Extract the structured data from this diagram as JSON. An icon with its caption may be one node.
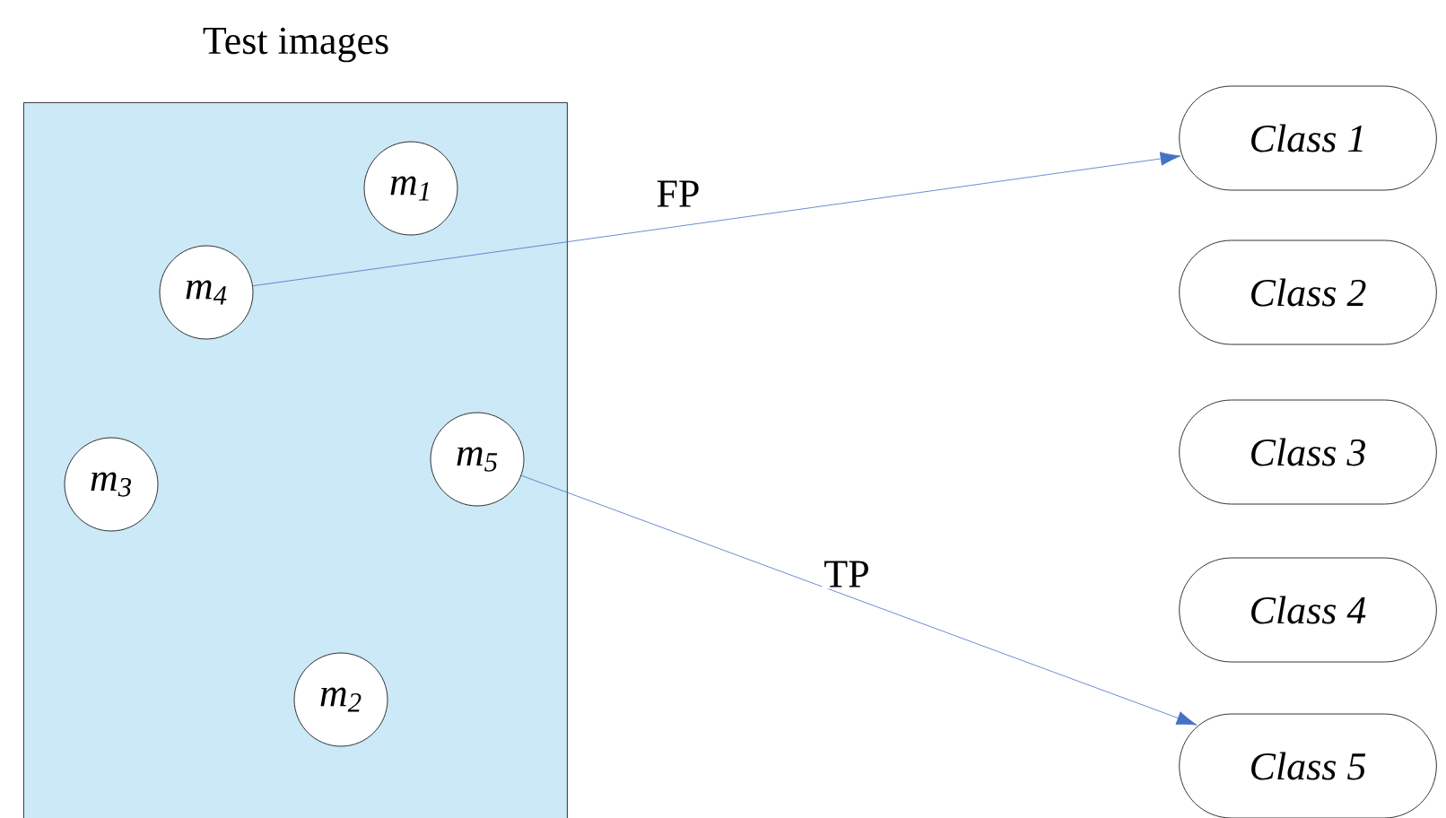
{
  "diagram": {
    "nodes": [
      {
        "text": [
          "Test images"
        ]
      },
      {
        "text": [
          "m$_{1}$"
        ],
        "in": 0
      },
      {
        "text": [
          "m$_{4}$"
        ],
        "in": 0
      },
      {
        "text": [
          "m$_{5}$"
        ],
        "in": 0
      },
      {
        "text": [
          "m$_{3}$"
        ],
        "in": 0
      },
      {
        "text": [
          "m$_{2}$"
        ],
        "in": 0
      },
      {
        "text": [
          "Class 1"
        ]
      },
      {
        "text": [
          "Class 2"
        ]
      },
      {
        "text": [
          "Class 3"
        ]
      },
      {
        "text": [
          "Class 4"
        ]
      },
      {
        "text": [
          "Class 5"
        ]
      }
    ],
    "edges": [
      {
        "from": 2,
        "to": 6,
        "arrow": "to",
        "label": "FP"
      },
      {
        "from": 3,
        "to": 10,
        "arrow": "to",
        "label": "TP"
      }
    ]
  }
}
